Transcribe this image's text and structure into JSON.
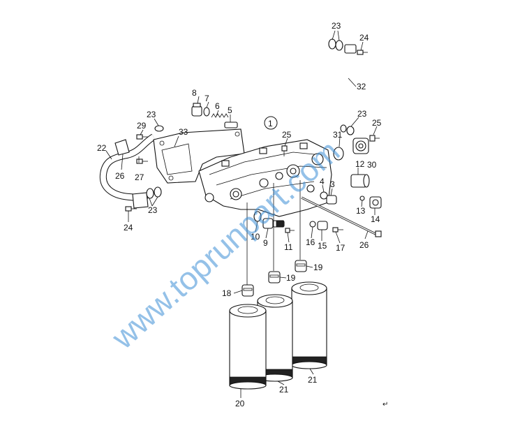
{
  "diagram": {
    "ref_number": "1",
    "watermark": "www.toprunpart.com",
    "return_mark": "↵",
    "callouts": {
      "c23a": "23",
      "c24a": "24",
      "c32": "32",
      "c23b": "23",
      "c25a": "25",
      "c31": "31",
      "c30": "30",
      "c8": "8",
      "c7": "7",
      "c6": "6",
      "c5": "5",
      "c23c": "23",
      "c29": "29",
      "c33": "33",
      "c22": "22",
      "c26a": "26",
      "c27": "27",
      "c25b": "25",
      "c12": "12",
      "c4": "4",
      "c3": "3",
      "c13": "13",
      "c14": "14",
      "c23d": "23",
      "c24b": "24",
      "c10": "10",
      "c9": "9",
      "c11": "11",
      "c16": "16",
      "c15": "15",
      "c17": "17",
      "c26b": "26",
      "c19a": "19",
      "c19b": "19",
      "c18": "18",
      "c20": "20",
      "c21a": "21",
      "c21b": "21"
    }
  }
}
